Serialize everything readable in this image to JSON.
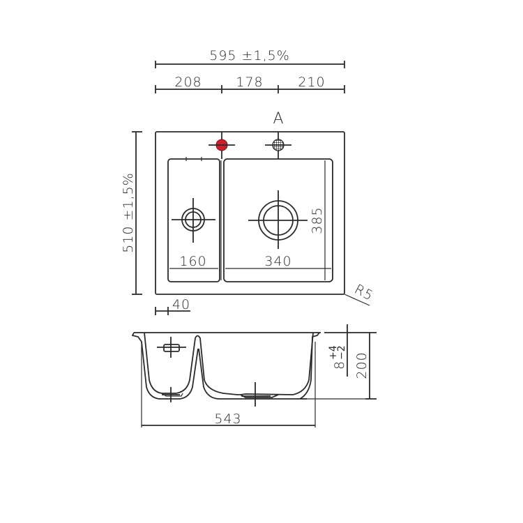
{
  "drawing": {
    "type": "sink technical drawing",
    "top_view": {
      "overall_width": "595 ±1,5%",
      "segment_widths": [
        "208",
        "178",
        "210"
      ],
      "overall_depth": "510 ±1,5%",
      "section_marker": "A",
      "small_bowl_width": "160",
      "large_bowl_width": "340",
      "large_bowl_depth": "385",
      "corner_radius": "R5",
      "edge_offset": "40",
      "tap_hole_color": "#cc1f2a",
      "overflow_hole_pattern": "crosshatch"
    },
    "section_view": {
      "bowl_span_width": "543",
      "total_height": "200",
      "rim_tolerance_base": "8",
      "rim_tolerance_plus": "+4",
      "rim_tolerance_minus": "−2"
    }
  }
}
